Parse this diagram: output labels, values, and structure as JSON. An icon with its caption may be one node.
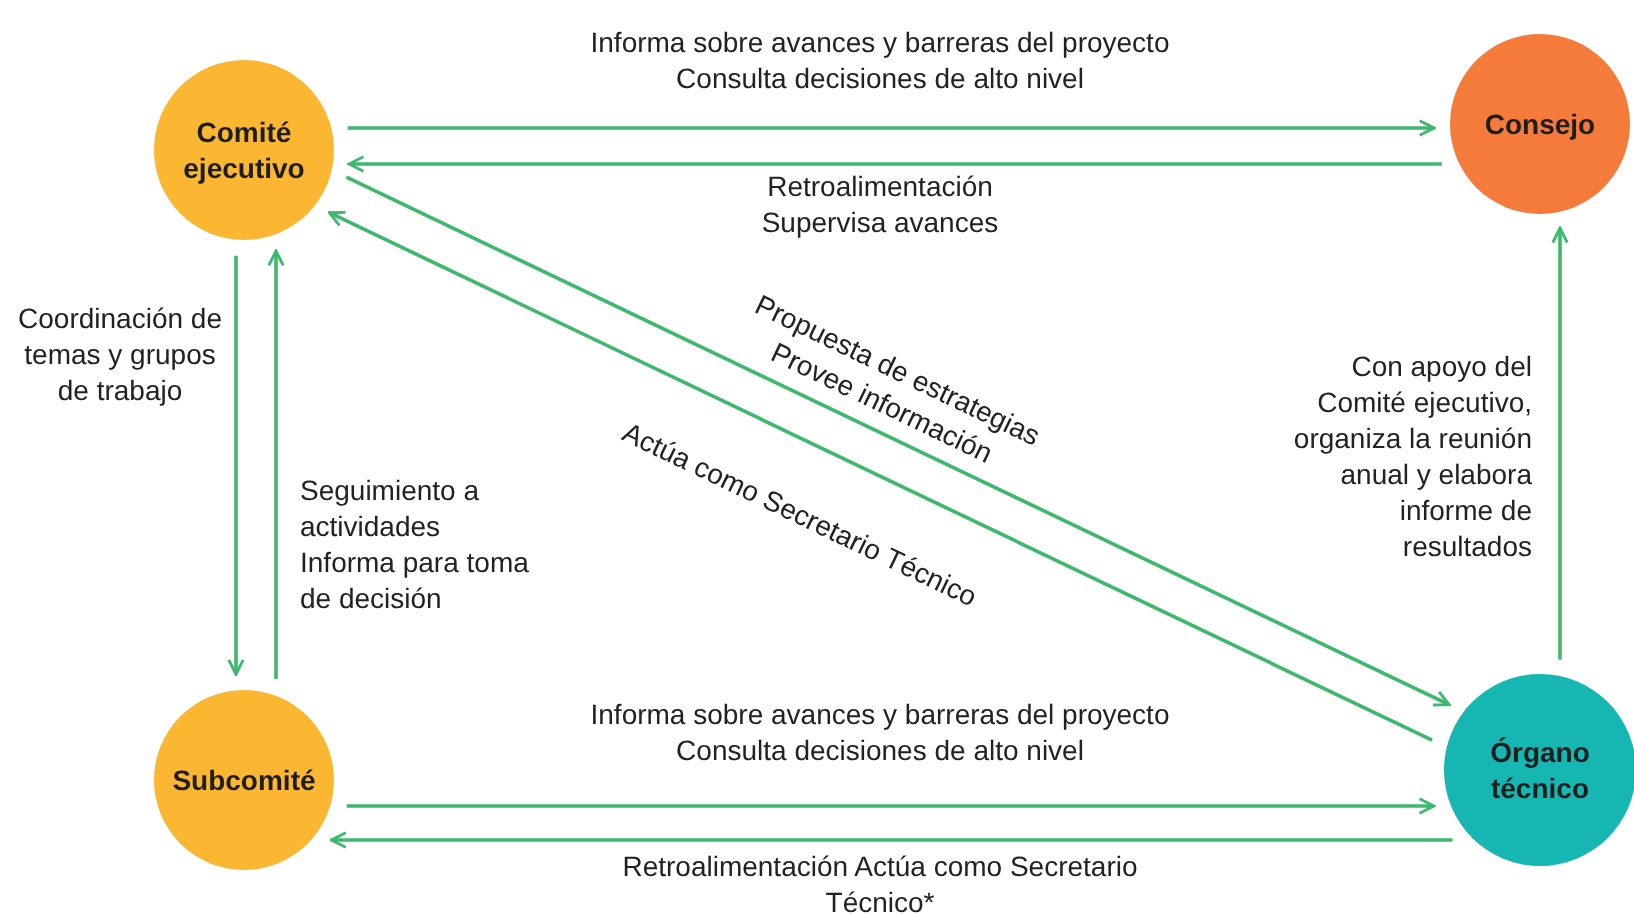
{
  "diagram": {
    "nodes": [
      {
        "text": [
          "Comité ejecutivo"
        ]
      },
      {
        "text": [
          "Consejo"
        ]
      },
      {
        "text": [
          "Subcomité"
        ]
      },
      {
        "text": [
          "Órgano técnico"
        ]
      }
    ],
    "edges": [
      {
        "from": 0,
        "to": 1,
        "arrow": "to",
        "label": "Informa sobre avances y barreras del proyecto Consulta decisiones de alto nivel"
      },
      {
        "from": 1,
        "to": 0,
        "arrow": "to",
        "label": "Retroalimentación Supervisa avances"
      },
      {
        "from": 0,
        "to": 2,
        "arrow": "to",
        "label": "Coordinación de temas y grupos de trabajo"
      },
      {
        "from": 2,
        "to": 0,
        "arrow": "to",
        "label": "Seguimiento a actividades Informa para toma de decisión"
      },
      {
        "from": 0,
        "to": 3,
        "arrow": "to",
        "label": "Propuesta de estrategias Provee información"
      },
      {
        "from": 3,
        "to": 0,
        "arrow": "to",
        "label": "Actúa como Secretario Técnico"
      },
      {
        "from": 3,
        "to": 1,
        "arrow": "to",
        "label": "Con apoyo del Comité ejecutivo, organiza la reunión anual y elabora informe de resultados"
      },
      {
        "from": 2,
        "to": 3,
        "arrow": "to",
        "label": "Informa sobre avances y barreras del proyecto Consulta decisiones de alto nivel"
      },
      {
        "from": 3,
        "to": 2,
        "arrow": "to",
        "label": "Retroalimentación Actúa como Secretario Técnico*"
      }
    ]
  }
}
